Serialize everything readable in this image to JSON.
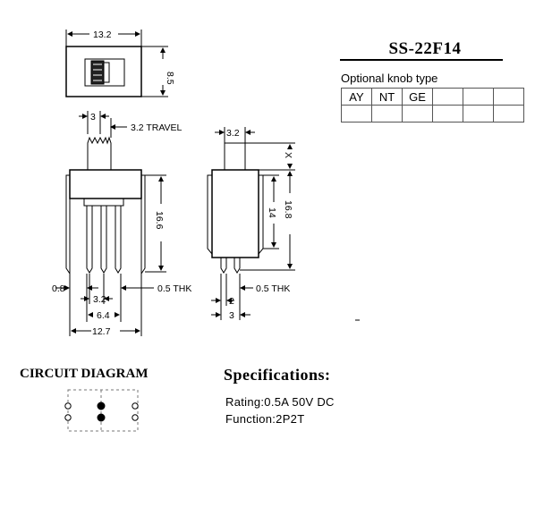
{
  "model": "SS-22F14",
  "knob": {
    "caption": "Optional knob type",
    "types": [
      "AY",
      "NT",
      "GE",
      "",
      "",
      ""
    ]
  },
  "dimensions": {
    "top_width": "13.2",
    "top_height": "8.5",
    "knob_width": "3",
    "travel": "3.2 TRAVEL",
    "body_height": "16.6",
    "pin_left": "0.8",
    "pin_spacing": "3.2",
    "pin_thk_front": "0.5 THK",
    "pin_span": "6.4",
    "overall_width": "12.7",
    "side_knob": "3.2",
    "side_x": "X",
    "side_body": "14",
    "side_total": "16.8",
    "side_pin": "2",
    "side_thk": "0.5 THK",
    "side_base": "3"
  },
  "circuit": {
    "title": "CIRCUIT DIAGRAM"
  },
  "specs": {
    "title": "Specifications:",
    "rating": "Rating:0.5A 50V DC",
    "function": "Function:2P2T"
  }
}
